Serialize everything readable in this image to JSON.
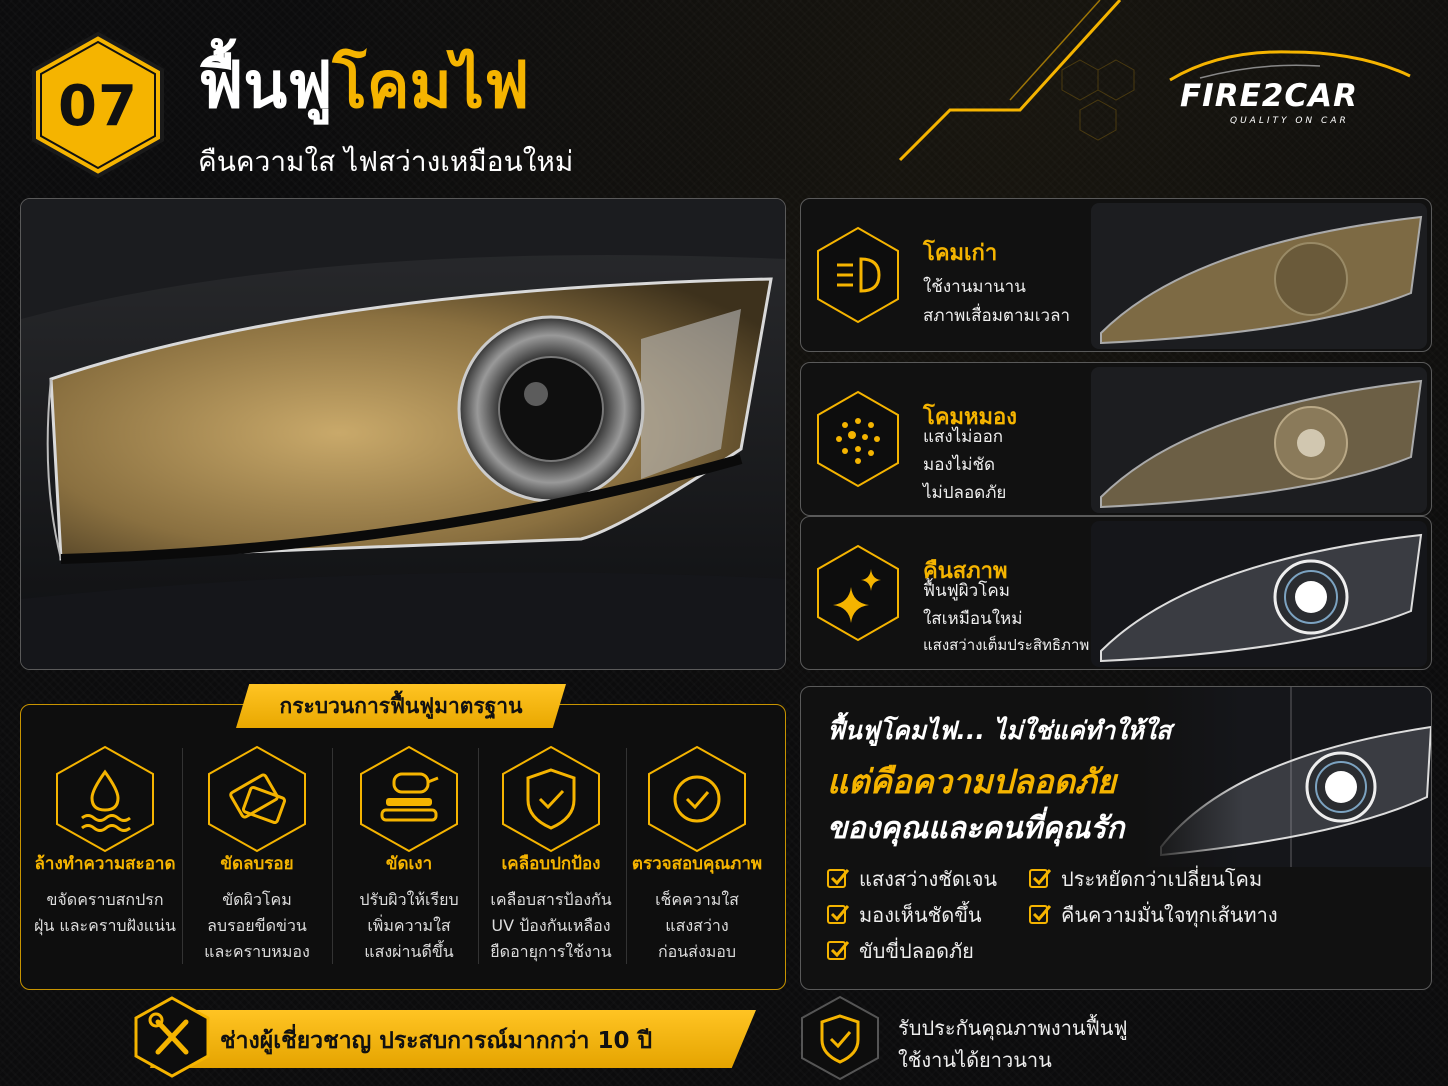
{
  "header": {
    "number": "07",
    "title_part1": "ฟื้นฟู",
    "title_part2": "โคมไฟ",
    "subtitle": "คืนความใส ไฟสว่างเหมือนใหม่"
  },
  "brand": {
    "name": "FIRE2CAR",
    "tagline": "QUALITY ON CAR"
  },
  "conditions": [
    {
      "title": "โคมเก่า",
      "lines": [
        "ใช้งานมานาน",
        "สภาพเสื่อมตามเวลา"
      ],
      "icon": "headlight-icon"
    },
    {
      "title": "โคมหมอง",
      "lines": [
        "แสงไม่ออก",
        "มองไม่ชัด",
        "ไม่ปลอดภัย"
      ],
      "icon": "dots-icon"
    },
    {
      "title": "คืนสภาพ",
      "lines": [
        "ฟื้นฟูผิวโคม",
        "ใสเหมือนใหม่",
        "แสงสว่างเต็มประสิทธิภาพ"
      ],
      "icon": "sparkle-icon"
    }
  ],
  "process": {
    "title": "กระบวนการฟื้นฟูมาตรฐาน",
    "steps": [
      {
        "title": "ล้างทำความสะอาด",
        "lines": [
          "ขจัดคราบสกปรก",
          "ฝุ่น และคราบฝังแน่น"
        ],
        "icon": "water-drop-icon"
      },
      {
        "title": "ขัดลบรอย",
        "lines": [
          "ขัดผิวโคม",
          "ลบรอยขีดข่วน",
          "และคราบหมอง"
        ],
        "icon": "sanding-pad-icon"
      },
      {
        "title": "ขัดเงา",
        "lines": [
          "ปรับผิวให้เรียบ",
          "เพิ่มความใส",
          "แสงผ่านดีขึ้น"
        ],
        "icon": "polisher-icon"
      },
      {
        "title": "เคลือบปกป้อง",
        "lines": [
          "เคลือบสารป้องกัน",
          "UV ป้องกันเหลือง",
          "ยืดอายุการใช้งาน"
        ],
        "icon": "shield-check-icon"
      },
      {
        "title": "ตรวจสอบคุณภาพ",
        "lines": [
          "เช็คความใส",
          "แสงสว่าง",
          "ก่อนส่งมอบ"
        ],
        "icon": "check-circle-icon"
      }
    ]
  },
  "safety": {
    "line1": "ฟื้นฟูโคมไฟ... ไม่ใช่แค่ทำให้ใส",
    "line2": "แต่คือความปลอดภัย",
    "line3": "ของคุณและคนที่คุณรัก",
    "benefits_left": [
      "แสงสว่างชัดเจน",
      "มองเห็นชัดขึ้น",
      "ขับขี่ปลอดภัย"
    ],
    "benefits_right": [
      "ประหยัดกว่าเปลี่ยนโคม",
      "คืนความมั่นใจทุกเส้นทาง"
    ]
  },
  "expert": "ช่างผู้เชี่ยวชาญ ประสบการณ์มากกว่า 10 ปี",
  "warranty": {
    "line1": "รับประกันคุณภาพงานฟื้นฟู",
    "line2": "ใช้งานได้ยาวนาน"
  },
  "colors": {
    "accent": "#f5b400",
    "background": "#0c0c0d"
  }
}
